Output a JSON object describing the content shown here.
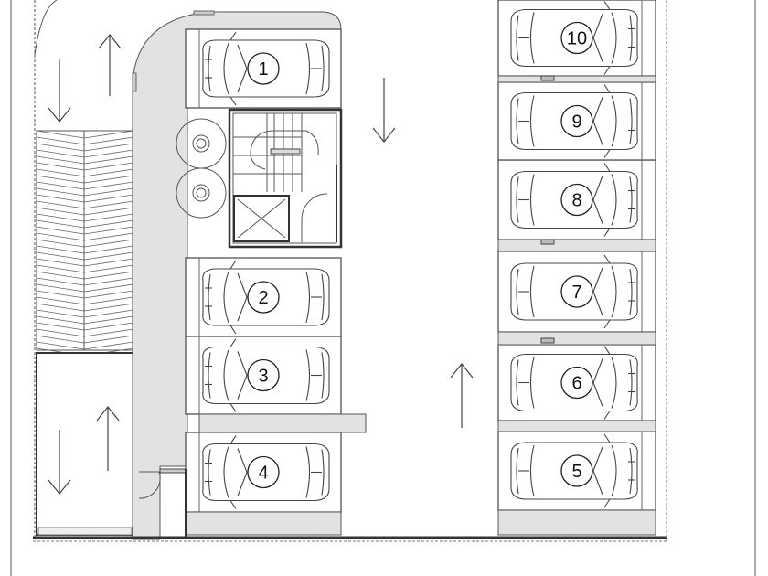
{
  "plan": {
    "title": "Parking floor plan",
    "spaces": [
      {
        "number": "1"
      },
      {
        "number": "2"
      },
      {
        "number": "3"
      },
      {
        "number": "4"
      },
      {
        "number": "5"
      },
      {
        "number": "6"
      },
      {
        "number": "7"
      },
      {
        "number": "8"
      },
      {
        "number": "9"
      },
      {
        "number": "10"
      }
    ],
    "traffic_arrows": [
      "up",
      "down",
      "down",
      "up",
      "up",
      "down"
    ],
    "colors": {
      "corridor": "#e2e2e2",
      "line": "#444444"
    }
  }
}
